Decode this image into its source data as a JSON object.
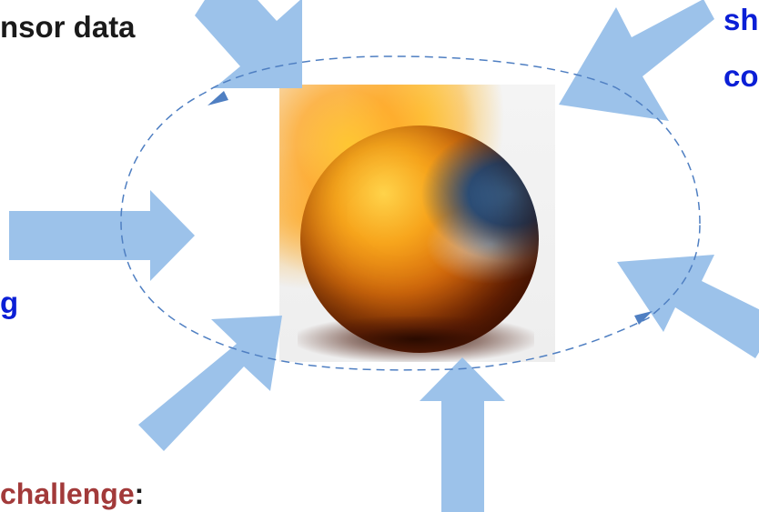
{
  "texts": {
    "sensor_data": "nsor data",
    "sh": "sh",
    "co": "co",
    "g": "g",
    "challenge_word": "challenge",
    "challenge_colon": ":"
  },
  "colors": {
    "arrow_fill": "#9cc2ea",
    "cycle_line": "#4f7fc2",
    "label_blue": "#0b1fd6",
    "label_dark": "#1a1a1a",
    "challenge_red": "#a23a3a"
  },
  "icons": {
    "central_image": "burning-earth-image",
    "inward_arrows": "block-arrow-icon"
  }
}
